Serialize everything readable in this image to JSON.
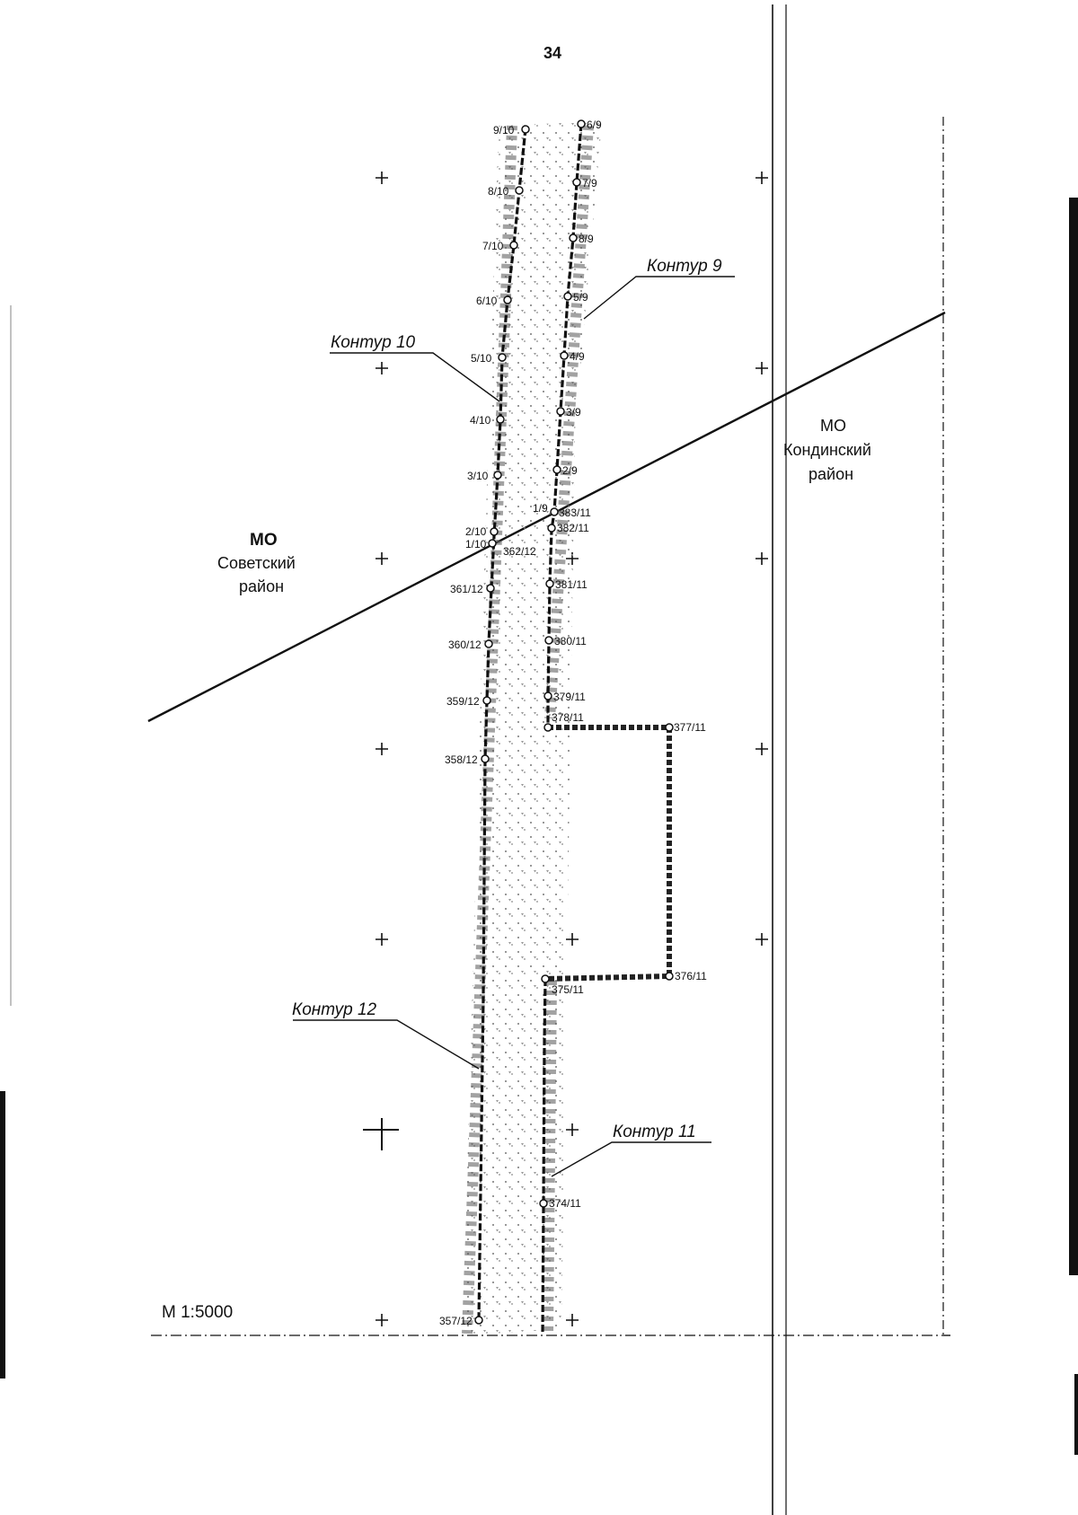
{
  "page_number": "34",
  "scale": "М 1:5000",
  "districts": {
    "left": {
      "mo": "МО",
      "line1": "Советский",
      "line2": "район"
    },
    "right": {
      "mo": "МО",
      "line1": "Кондинский",
      "line2": "район"
    }
  },
  "contours": {
    "c9": "Контур 9",
    "c10": "Контур 10",
    "c11": "Контур 11",
    "c12": "Контур 12"
  },
  "points": {
    "p9_10": "9/10",
    "p8_10": "8/10",
    "p7_10": "7/10",
    "p6_10": "6/10",
    "p5_10": "5/10",
    "p4_10": "4/10",
    "p3_10": "3/10",
    "p2_10": "2/10",
    "p1_10": "1/10",
    "p6_9": "6/9",
    "p7_9": "7/9",
    "p8_9": "8/9",
    "p5_9": "5/9",
    "p4_9": "4/9",
    "p3_9": "3/9",
    "p2_9": "2/9",
    "p1_9": "1/9",
    "p383_11": "383/11",
    "p382_11": "382/11",
    "p381_11": "381/11",
    "p380_11": "380/11",
    "p379_11": "379/11",
    "p378_11": "378/11",
    "p377_11": "377/11",
    "p376_11": "376/11",
    "p375_11": "375/11",
    "p374_11": "374/11",
    "p362_12": "362/12",
    "p361_12": "361/12",
    "p360_12": "360/12",
    "p359_12": "359/12",
    "p358_12": "358/12",
    "p357_12": "357/12"
  },
  "colors": {
    "ink": "#111111",
    "hatch": "#555555",
    "fill_dots": "#777777"
  }
}
